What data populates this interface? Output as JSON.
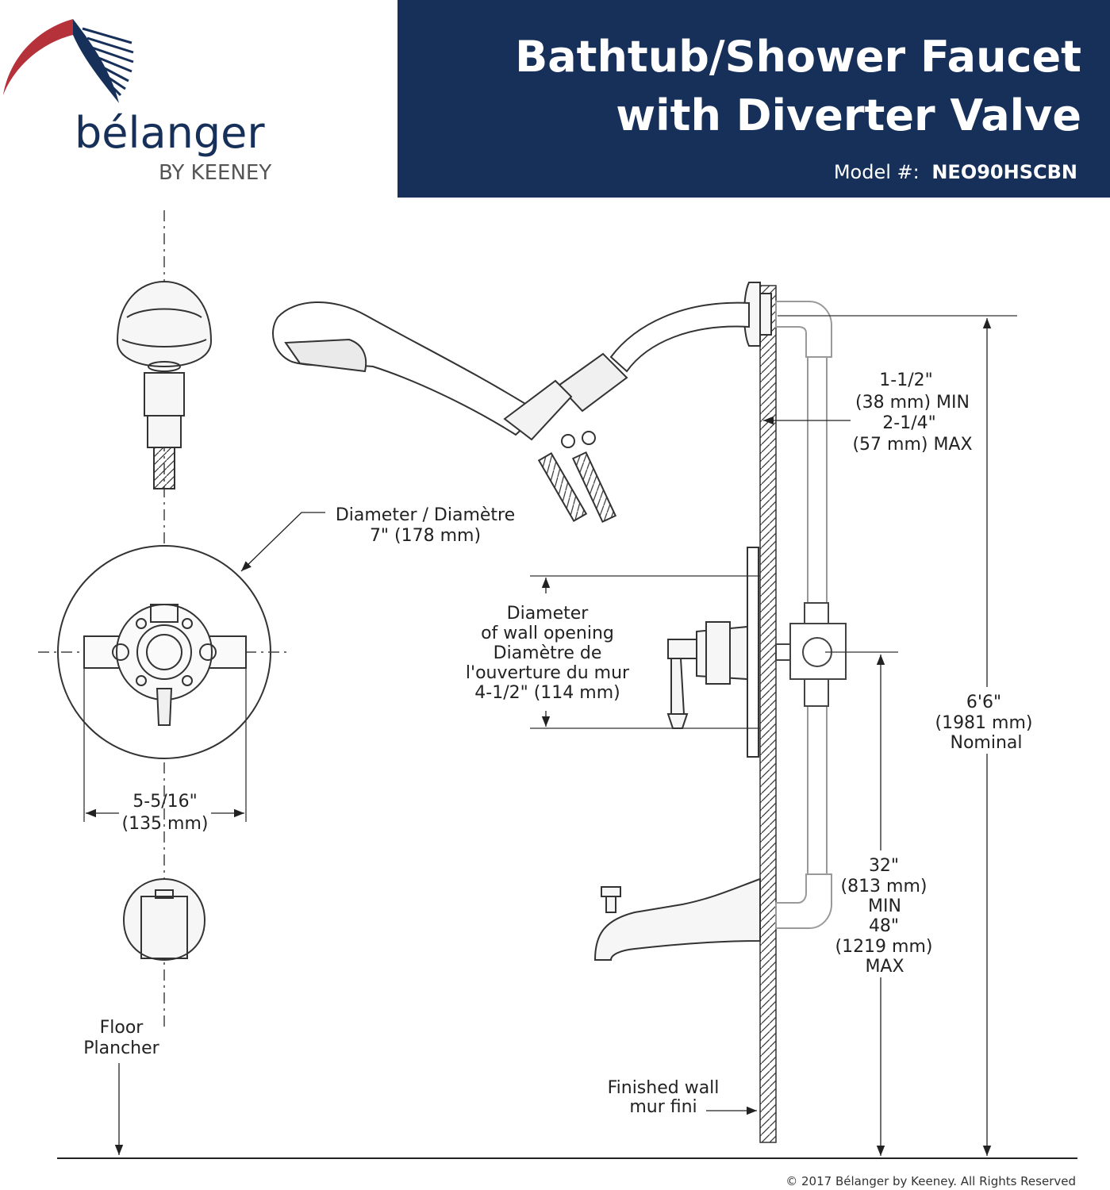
{
  "brand": {
    "name": "bélanger",
    "sub": "BY KEENEY",
    "colors": {
      "navy": "#17305a",
      "red": "#b5323b"
    }
  },
  "header": {
    "title_line1": "Bathtub/Shower Faucet",
    "title_line2": "with Diverter Valve",
    "model_label": "Model #:",
    "model_number": "NEO90HSCBN",
    "bg_color": "#17305a"
  },
  "dimensions": {
    "arm_depth": [
      "1-1/2\"",
      "(38 mm) MIN",
      "2-1/4\"",
      "(57 mm) MAX"
    ],
    "plate_diameter": [
      "Diameter / Diamètre",
      "7\" (178 mm)"
    ],
    "wall_opening": [
      "Diameter",
      "of wall opening",
      "Diamètre de",
      "l'ouverture du mur",
      "4-1/2\" (114 mm)"
    ],
    "valve_width": [
      "5-5/16\"",
      "(135 mm)"
    ],
    "shower_height": [
      "6'6\"",
      "(1981 mm)",
      "Nominal"
    ],
    "spout_height": [
      "32\"",
      "(813 mm)",
      "MIN",
      "48\"",
      "(1219 mm)",
      "MAX"
    ]
  },
  "labels": {
    "floor": [
      "Floor",
      "Plancher"
    ],
    "wall": [
      "Finished wall",
      "mur fini"
    ]
  },
  "footer": {
    "copyright": "© 2017 Bélanger by Keeney. All Rights Reserved"
  }
}
